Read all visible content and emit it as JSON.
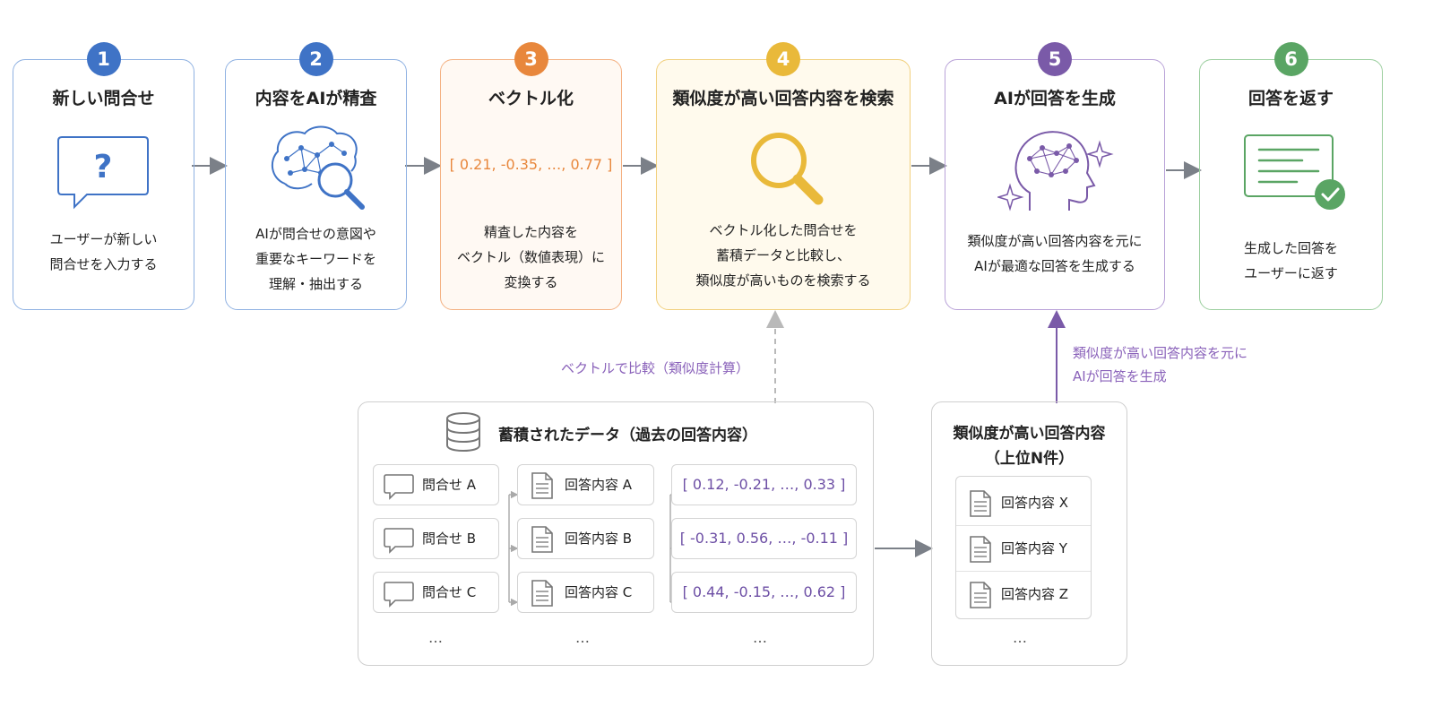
{
  "steps": [
    {
      "num": "1",
      "title": "新しい問合せ",
      "desc": "ユーザーが新しい\n問合せを入力する",
      "color": "#3f73c6",
      "icon": "question-bubble-icon"
    },
    {
      "num": "2",
      "title": "内容をAIが精査",
      "desc": "AIが問合せの意図や\n重要なキーワードを\n理解・抽出する",
      "color": "#3f73c6",
      "icon": "brain-magnifier-icon"
    },
    {
      "num": "3",
      "title": "ベクトル化",
      "desc": "精査した内容を\nベクトル（数値表現）に\n変換する",
      "vector": "[ 0.21, -0.35, …, 0.77 ]",
      "color": "#e8873c"
    },
    {
      "num": "4",
      "title": "類似度が高い回答内容を検索",
      "desc": "ベクトル化した問合せを\n蓄積データと比較し、\n類似度が高いものを検索する",
      "color": "#e9b93a",
      "icon": "magnifier-icon"
    },
    {
      "num": "5",
      "title": "AIが回答を生成",
      "desc": "類似度が高い回答内容を元に\nAIが最適な回答を生成する",
      "color": "#7a5aa8",
      "icon": "ai-head-icon"
    },
    {
      "num": "6",
      "title": "回答を返す",
      "desc": "生成した回答を\nユーザーに返す",
      "color": "#5aa564",
      "icon": "document-check-icon"
    }
  ],
  "compare_note": "ベクトルで比較（類似度計算）",
  "generate_note": "類似度が高い回答内容を元に\nAIが回答を生成",
  "stored": {
    "title": "蓄積されたデータ（過去の回答内容）",
    "inquiries": [
      "問合せ A",
      "問合せ B",
      "問合せ C"
    ],
    "answers": [
      "回答内容 A",
      "回答内容 B",
      "回答内容 C"
    ],
    "vectors": [
      "[ 0.12, -0.21, …, 0.33 ]",
      "[ -0.31, 0.56, …, -0.11 ]",
      "[ 0.44, -0.15, …, 0.62 ]"
    ],
    "ellipsis": "…"
  },
  "top_n": {
    "title": "類似度が高い回答内容",
    "subtitle": "（上位N件）",
    "items": [
      "回答内容 X",
      "回答内容 Y",
      "回答内容 Z"
    ],
    "ellipsis": "…"
  }
}
